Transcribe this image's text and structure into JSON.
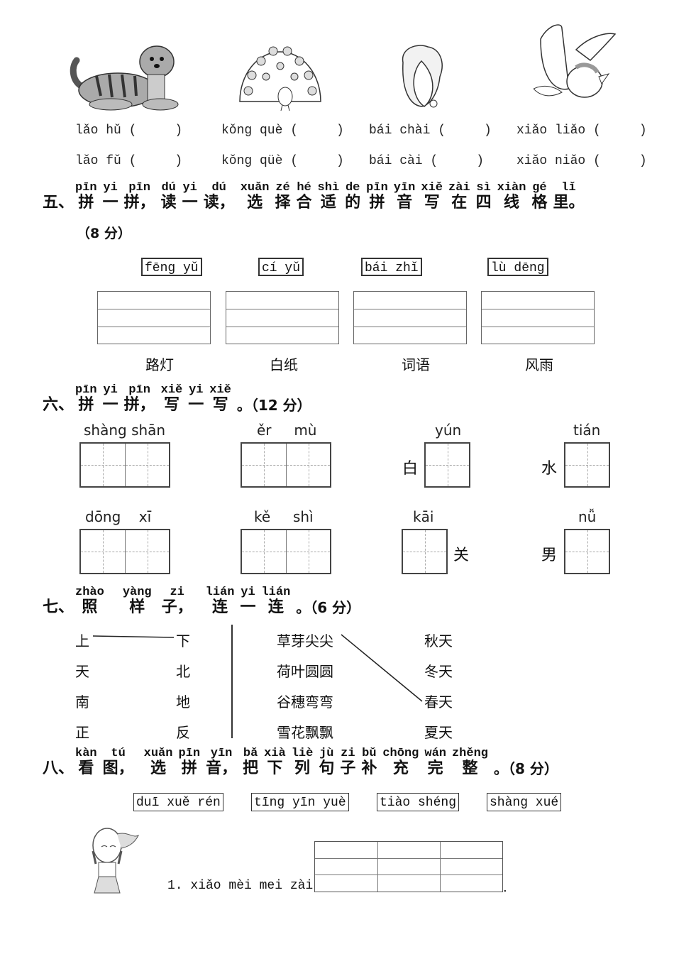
{
  "section4": {
    "pictures": [
      {
        "name": "tiger",
        "label": "tiger-illustration"
      },
      {
        "name": "peacock",
        "label": "peacock-illustration"
      },
      {
        "name": "cabbage",
        "label": "cabbage-illustration"
      },
      {
        "name": "bird",
        "label": "bird-illustration"
      }
    ],
    "row1": [
      "lǎo hǔ (     )",
      "kǒng què (     )",
      "bái chài (     )",
      "xiǎo liǎo (     )"
    ],
    "row2": [
      "lǎo fǔ (     )",
      "kǒng qüè (     )",
      "bái cài (     )",
      "xiǎo niǎo (     )"
    ]
  },
  "section5": {
    "number": "五、",
    "ruby": [
      {
        "py": "pīn",
        "hz": "拼"
      },
      {
        "py": "yi",
        "hz": "一"
      },
      {
        "py": "pīn",
        "hz": "拼，"
      },
      {
        "py": "dú",
        "hz": "读"
      },
      {
        "py": "yi",
        "hz": "一"
      },
      {
        "py": "dú",
        "hz": "读，"
      },
      {
        "py": "xuǎn",
        "hz": "选"
      },
      {
        "py": "zé",
        "hz": "择"
      },
      {
        "py": "hé",
        "hz": "合"
      },
      {
        "py": "shì",
        "hz": "适"
      },
      {
        "py": "de",
        "hz": "的"
      },
      {
        "py": "pīn",
        "hz": "拼"
      },
      {
        "py": "yīn",
        "hz": "音"
      },
      {
        "py": "xiě",
        "hz": "写"
      },
      {
        "py": "zài",
        "hz": "在"
      },
      {
        "py": "sì",
        "hz": "四"
      },
      {
        "py": "xiàn",
        "hz": "线"
      },
      {
        "py": "gé",
        "hz": "格"
      },
      {
        "py": "lǐ",
        "hz": "里。"
      }
    ],
    "score": "（8 分）",
    "pinyin_boxes": [
      "fēng yǔ",
      "cí yǔ",
      "bái zhǐ",
      "lù dēng"
    ],
    "words": [
      "路灯",
      "白纸",
      "词语",
      "风雨"
    ]
  },
  "section6": {
    "number": "六、",
    "ruby": [
      {
        "py": "pīn",
        "hz": "拼"
      },
      {
        "py": "yi",
        "hz": "一"
      },
      {
        "py": "pīn",
        "hz": "拼，"
      },
      {
        "py": "xiě",
        "hz": "写"
      },
      {
        "py": "yi",
        "hz": "一"
      },
      {
        "py": "xiě",
        "hz": "写"
      }
    ],
    "tail": "。（12 分）",
    "row1": [
      {
        "pinyin": "shàng shān",
        "cells": 2
      },
      {
        "pinyin": "ěr     mù",
        "cells": 2
      },
      {
        "pinyin": "yún",
        "cells": 1,
        "left_char": "白"
      },
      {
        "pinyin": "tián",
        "cells": 1,
        "left_char": "水"
      }
    ],
    "row2": [
      {
        "pinyin": "dōng    xī",
        "cells": 2
      },
      {
        "pinyin": "kě     shì",
        "cells": 2
      },
      {
        "pinyin": "kāi",
        "cells": 1,
        "right_char": "关"
      },
      {
        "pinyin": "nǚ",
        "cells": 1,
        "left_char": "男"
      }
    ]
  },
  "section7": {
    "number": "七、",
    "ruby": [
      {
        "py": "zhào",
        "hz": "照"
      },
      {
        "py": "yàng",
        "hz": "样"
      },
      {
        "py": "zi",
        "hz": "子，"
      },
      {
        "py": "lián",
        "hz": "连"
      },
      {
        "py": "yi",
        "hz": "一"
      },
      {
        "py": "lián",
        "hz": "连"
      }
    ],
    "tail": "。（6 分）",
    "left_col_a": [
      "上",
      "天",
      "南",
      "正"
    ],
    "left_col_b": [
      "下",
      "北",
      "地",
      "反"
    ],
    "right_col_a": [
      "草芽尖尖",
      "荷叶圆圆",
      "谷穗弯弯",
      "雪花飘飘"
    ],
    "right_col_b": [
      "秋天",
      "冬天",
      "春天",
      "夏天"
    ]
  },
  "section8": {
    "number": "八、",
    "ruby": [
      {
        "py": "kàn",
        "hz": "看"
      },
      {
        "py": "tú",
        "hz": "图，"
      },
      {
        "py": "xuǎn",
        "hz": "选"
      },
      {
        "py": "pīn",
        "hz": "拼"
      },
      {
        "py": "yīn",
        "hz": "音，"
      },
      {
        "py": "bǎ",
        "hz": "把"
      },
      {
        "py": "xià",
        "hz": "下"
      },
      {
        "py": "liè",
        "hz": "列"
      },
      {
        "py": "jù",
        "hz": "句"
      },
      {
        "py": "zi",
        "hz": "子"
      },
      {
        "py": "bǔ",
        "hz": "补"
      },
      {
        "py": "chōng",
        "hz": "充"
      },
      {
        "py": "wán",
        "hz": "完"
      },
      {
        "py": "zhěng",
        "hz": "整"
      }
    ],
    "tail": "。（8 分）",
    "pinyin_boxes": [
      "duī xuě rén",
      "tīng yīn yuè",
      "tiào shéng",
      "shàng xué"
    ],
    "sentence1": "1. xiǎo mèi mei zài",
    "sentence_end": "."
  }
}
